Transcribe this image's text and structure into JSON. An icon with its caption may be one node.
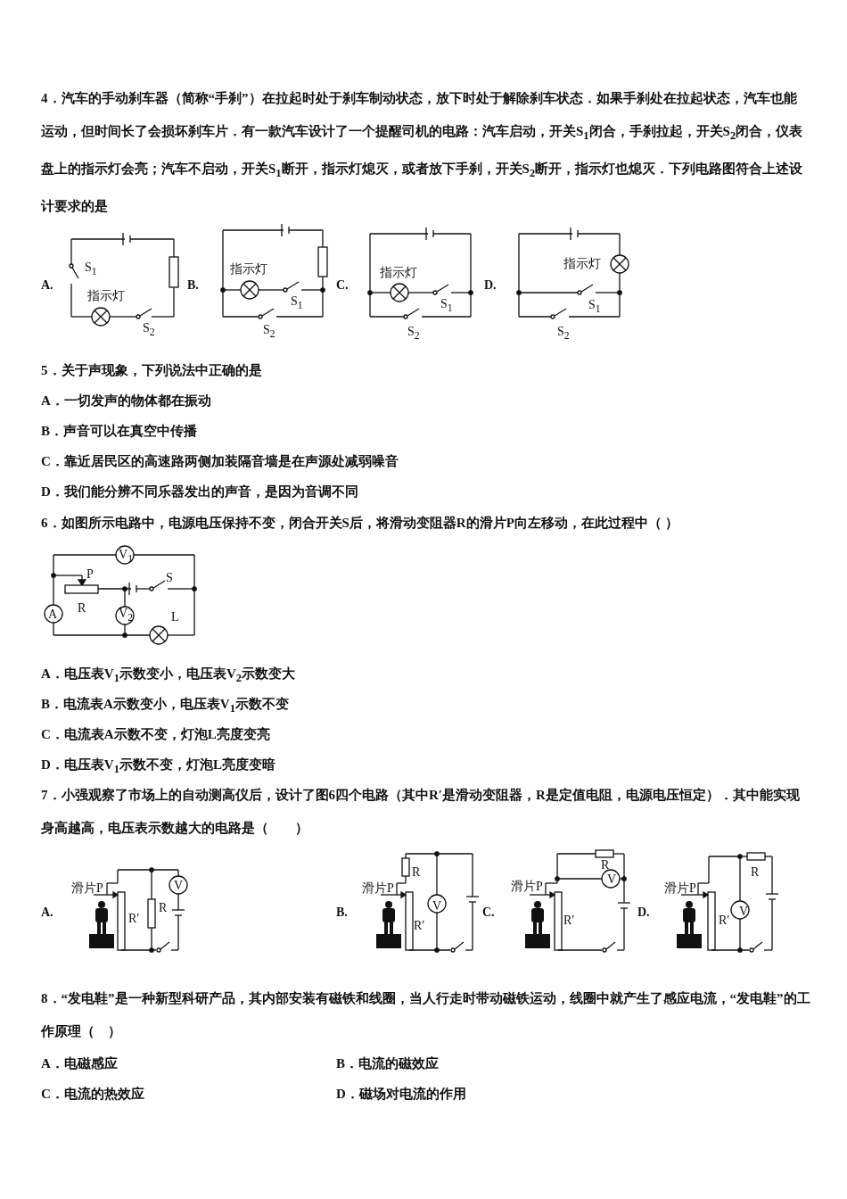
{
  "diagram": {
    "labels": [
      "4．汽车的手动刹车器（简称“手刹”）在拉起时处于刹车制动状态，放下时处于解除刹车状态．如果手刹处在拉起状态，汽车也能运动，但时间长了会损坏刹车片．有一款汽车设计了一个提醒司机的电路：汽车启动，开关S$_{1}$闭合，手刹拉起，开关S$_{2}$闭合，仪表盘上的指示灯会亮；汽车不启动，开关S$_{1}$断开，指示灯熄灭，或者放下手刹，开关S$_{2}$断开，指示灯也熄灭．下列电路图符合上述设计要求的是",
      "A.",
      "S$_{1}$",
      "指示灯",
      "S$_{2}$",
      "B.",
      "指示灯",
      "S$_{1}$",
      "S$_{2}$",
      "C.",
      "指示灯",
      "S$_{1}$",
      "S$_{2}$",
      "D.",
      "指示灯",
      "S$_{1}$",
      "S$_{2}$",
      "5．关于声现象，下列说法中正确的是",
      "A．一切发声的物体都在振动",
      "B．声音可以在真空中传播",
      "C．靠近居民区的高速路两侧加装隔音墙是在声源处减弱噪音",
      "D．我们能分辨不同乐器发出的声音，是因为音调不同",
      "6．如图所示电路中，电源电压保持不变，闭合开关S后，将滑动变阻器R的滑片P向左移动，在此过程中（  ）",
      "V$_{1}$",
      "P",
      "S",
      "A",
      "R",
      "V$_{2}$",
      "L",
      "A．电压表V$_{1}$示数变小，电压表V$_{2}$示数变大",
      "B．电流表A示数变小，电压表V$_{1}$示数不变",
      "C．电流表A示数不变，灯泡L亮度变亮",
      "D．电压表V$_{1}$示数不变，灯泡L亮度变暗",
      "7．小强观察了市场上的自动测高仪后，设计了图6四个电路（其中R′是滑动变阻器，R是定值电阻，电源电压恒定）．其中能实现身高越高，电压表示数越大的电路是（　　）",
      "A.",
      "滑片P",
      "R′",
      "R",
      "V",
      "B.",
      "滑片P",
      "R",
      "R′",
      "V",
      "C.",
      "滑片P",
      "V",
      "R",
      "R′",
      "D.",
      "滑片P",
      "R",
      "R′",
      "V",
      "8．“发电鞋”是一种新型科研产品，其内部安装有磁铁和线圈，当人行走时带动磁铁运动，线圈中就产生了感应电流，“发电鞋”的工作原理（　）",
      "A．电磁感应",
      "B．电流的磁效应",
      "C．电流的热效应",
      "D．磁场对电流的作用"
    ]
  }
}
